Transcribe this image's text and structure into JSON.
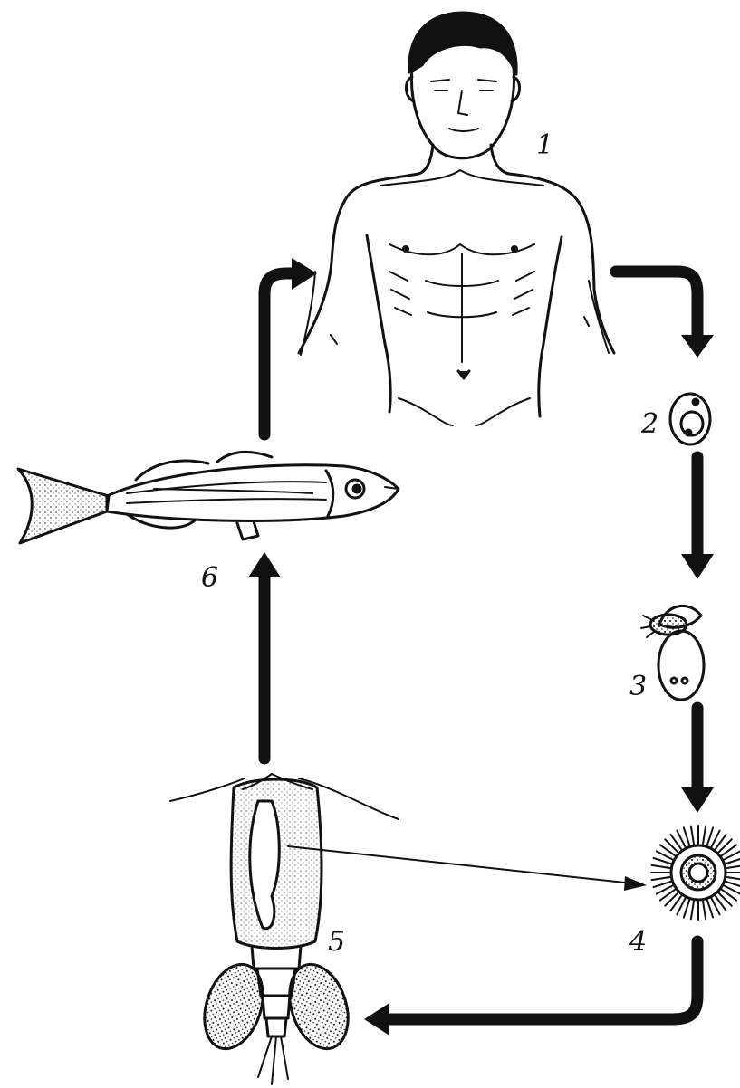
{
  "diagram": {
    "stages": [
      {
        "label": "1",
        "icon": "human-host"
      },
      {
        "label": "2",
        "icon": "egg"
      },
      {
        "label": "3",
        "icon": "hatching-egg"
      },
      {
        "label": "4",
        "icon": "coracidium"
      },
      {
        "label": "5",
        "icon": "copepod"
      },
      {
        "label": "6",
        "icon": "fish"
      }
    ]
  }
}
